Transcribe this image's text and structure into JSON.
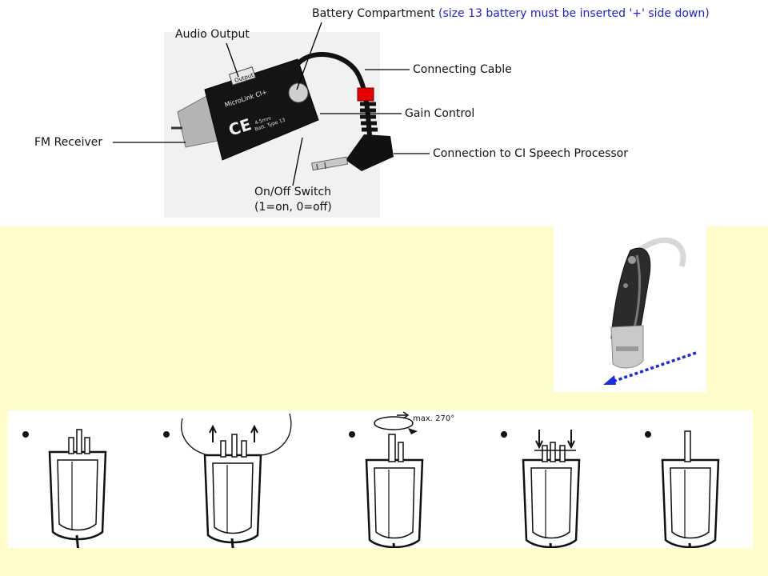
{
  "labels": {
    "battery": "Battery Compartment",
    "battery_note": "(size 13 battery must be inserted '+' side down)",
    "audio_output": "Audio Output",
    "connecting_cable": "Connecting Cable",
    "gain_control": "Gain Control",
    "fm_receiver": "FM Receiver",
    "connection_ci": "Connection to CI Speech Processor",
    "onoff_line1": "On/Off Switch",
    "onoff_line2": "(1=on, 0=off)"
  },
  "device_text": {
    "output": "Output",
    "model": "MicroLink CI+",
    "ce": "CE",
    "spec1": "4.5mm",
    "spec2": "Batt. Type 13"
  },
  "steps": {
    "rotation_note": "max. 270°"
  },
  "colors": {
    "note_text": "#2222cc",
    "gain_red": "#e60000",
    "arrow_blue": "#1a2ed6",
    "panel_bg": "#fffccc"
  }
}
